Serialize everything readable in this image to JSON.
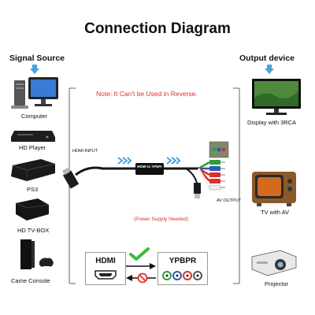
{
  "title": "Connection Diagram",
  "signal_source": {
    "heading": "Signal Source",
    "devices": [
      {
        "label": "Computer",
        "icon": "computer-icon"
      },
      {
        "label": "HD Player",
        "icon": "hd-player-icon"
      },
      {
        "label": "PS3",
        "icon": "ps3-console-icon"
      },
      {
        "label": "HD TV-BOX",
        "icon": "tv-box-icon"
      },
      {
        "label": "Came Console",
        "icon": "game-console-icon"
      }
    ]
  },
  "output_device": {
    "heading": "Output device",
    "devices": [
      {
        "label": "Display with 3RCA",
        "icon": "flat-display-icon"
      },
      {
        "label": "TV with AV",
        "icon": "crt-tv-icon"
      },
      {
        "label": "Projector",
        "icon": "projector-icon"
      }
    ]
  },
  "note": "Note: It Can't be Used in Reverse.",
  "hdmi_input": "HDMI INPUT",
  "converter_label": "HDMI to YPbPr",
  "av_output": "AV OUTPUT",
  "power_supply": "(Power Supply Needed)",
  "legend": {
    "hdmi": "HDMI",
    "ypbpr": "YPBPR"
  },
  "colors": {
    "arrow_blue": "#4aa3df",
    "note_red": "#e0302f",
    "check_green": "#3cba3c",
    "rca_green": "#2e9d3a",
    "rca_blue": "#2a5ab8",
    "rca_red": "#d6322e"
  }
}
